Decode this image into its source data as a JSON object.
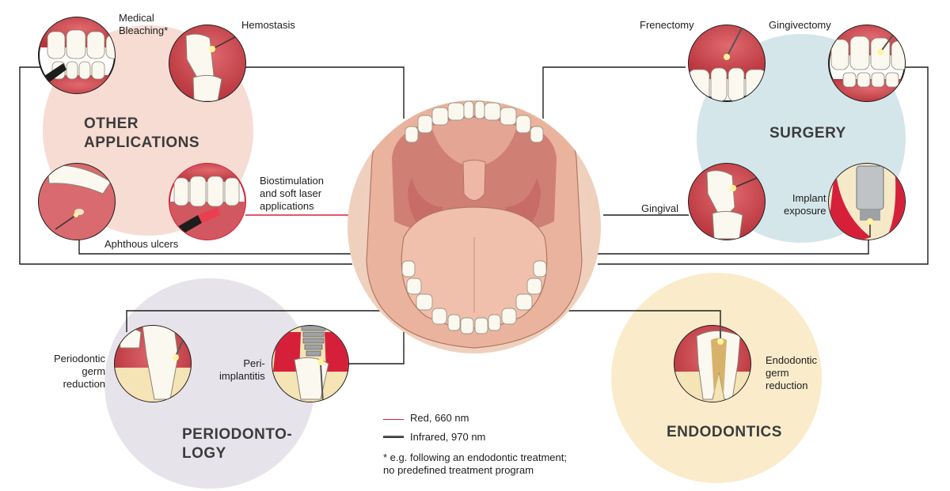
{
  "groups": {
    "other": "OTHER\nAPPLICATIONS",
    "surgery": "SURGERY",
    "periodontology": "PERIODONTO-\nLOGY",
    "endodontics": "ENDODONTICS"
  },
  "labels": {
    "medical_bleaching": "Medical\nBleaching*",
    "hemostasis": "Hemostasis",
    "aphthous_ulcers": "Aphthous ulcers",
    "biostimulation": "Biostimulation\nand soft laser\napplications",
    "frenectomy": "Frenectomy",
    "gingivectomy": "Gingivectomy",
    "gingival": "Gingival",
    "implant_exposure": "Implant\nexposure",
    "periodontic_germ_reduction": "Periodontic\ngerm\nreduction",
    "peri_implantitis": "Peri-\nimplantitis",
    "endodontic_germ_reduction": "Endodontic\ngerm\nreduction"
  },
  "legend": {
    "red": "Red, 660 nm",
    "infrared": "Infrared, 970 nm",
    "footnote": "* e.g. following an endodontic treatment;\n  no predefined treatment program"
  },
  "colors": {
    "other_bg": "#f6dcd3",
    "surgery_bg": "#d5e6ea",
    "periodontology_bg": "#e6e3ea",
    "endodontics_bg": "#faeccb",
    "red_laser": "#d6203a",
    "infrared_line": "#333333",
    "gum": "#c9454d",
    "tooth": "#fbf8f0"
  }
}
